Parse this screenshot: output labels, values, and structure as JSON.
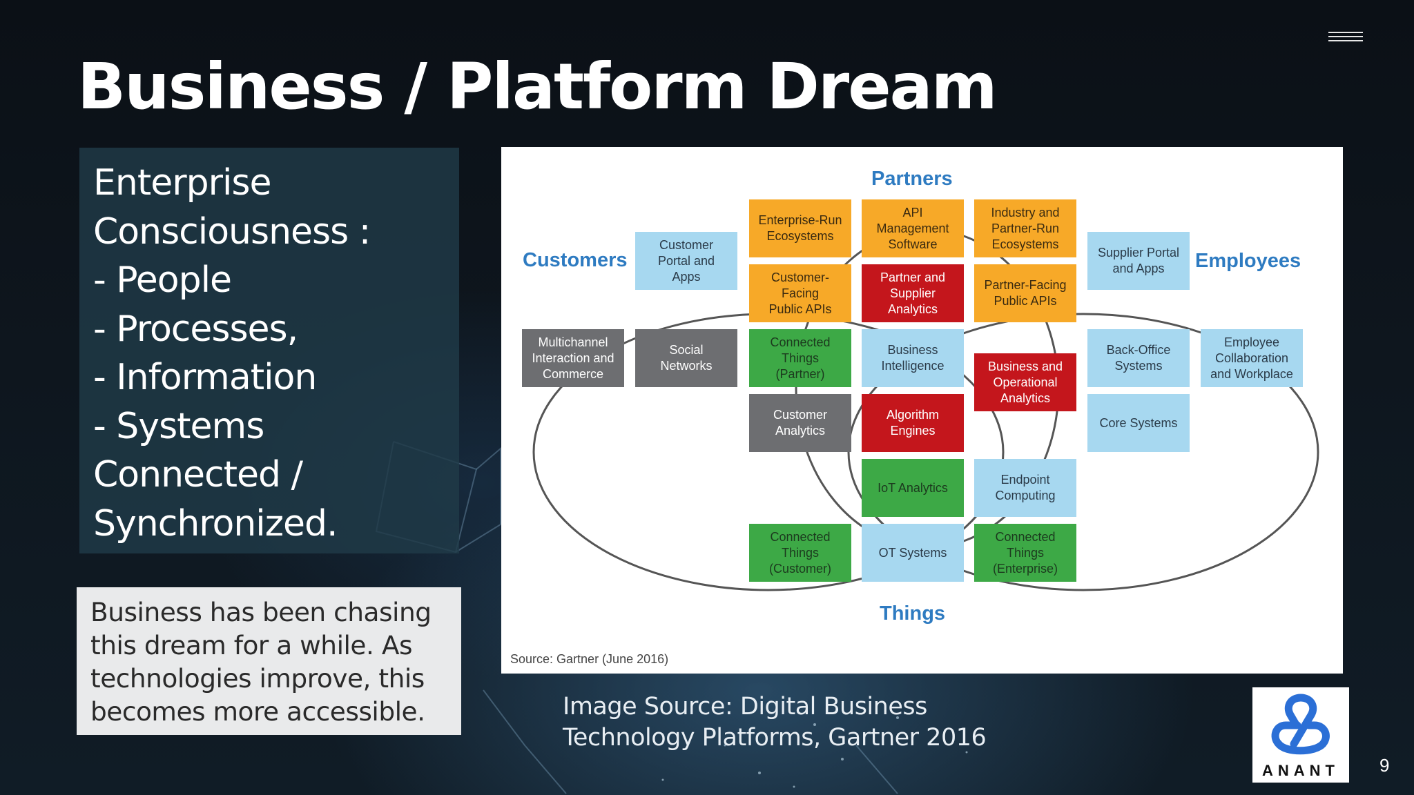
{
  "slide": {
    "title": "Business / Platform Dream",
    "page_number": "9"
  },
  "panel": {
    "heading_line1": "Enterprise",
    "heading_line2": "Consciousness :",
    "items": [
      "- People",
      "- Processes,",
      "- Information",
      "- Systems"
    ],
    "closing_line1": "Connected /",
    "closing_line2": "Synchronized."
  },
  "note": {
    "lines": [
      "Business has been chasing",
      "this dream for a while. As",
      "technologies improve, this",
      "becomes more accessible."
    ]
  },
  "diagram": {
    "regions": {
      "partners": "Partners",
      "customers": "Customers",
      "employees": "Employees",
      "things": "Things"
    },
    "boxes": {
      "enterprise_run": "Enterprise-Run\nEcosystems",
      "api_management": "API\nManagement\nSoftware",
      "industry_partner": "Industry and\nPartner-Run\nEcosystems",
      "customer_portal": "Customer\nPortal and\nApps",
      "supplier_portal": "Supplier Portal\nand Apps",
      "customer_facing_apis": "Customer-\nFacing\nPublic APIs",
      "partner_supplier_analytics": "Partner and\nSupplier\nAnalytics",
      "partner_facing_apis": "Partner-Facing\nPublic APIs",
      "multichannel": "Multichannel\nInteraction and\nCommerce",
      "social_networks": "Social\nNetworks",
      "connected_things_partner": "Connected\nThings\n(Partner)",
      "business_intelligence": "Business\nIntelligence",
      "business_operational_analytics": "Business and\nOperational\nAnalytics",
      "back_office": "Back-Office\nSystems",
      "employee_collaboration": "Employee\nCollaboration\nand Workplace",
      "customer_analytics": "Customer\nAnalytics",
      "algorithm_engines": "Algorithm\nEngines",
      "core_systems": "Core Systems",
      "iot_analytics": "IoT Analytics",
      "endpoint_computing": "Endpoint\nComputing",
      "connected_things_customer": "Connected\nThings\n(Customer)",
      "ot_systems": "OT Systems",
      "connected_things_enterprise": "Connected\nThings\n(Enterprise)"
    },
    "source": "Source: Gartner (June 2016)"
  },
  "image_source": {
    "line1": "Image Source: Digital Business",
    "line2": "Technology Platforms, Gartner 2016"
  },
  "logo": {
    "text": "ANANT"
  },
  "colors": {
    "orange": "#f7a928",
    "red": "#c4161c",
    "blue": "#a7d8f0",
    "gray": "#6d6e71",
    "green": "#3da946",
    "region_label": "#2e7bc1"
  }
}
